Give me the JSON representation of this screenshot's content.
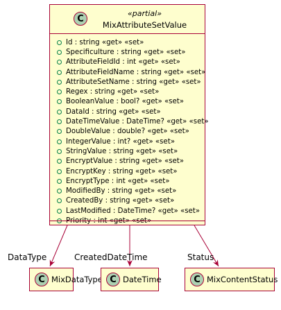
{
  "main_class": {
    "stereotype": "«partial»",
    "name": "MixAttributeSetValue",
    "icon": "C",
    "attributes": [
      "Id : string «get» «set»",
      "Specificulture : string «get» «set»",
      "AttributeFieldId : int «get» «set»",
      "AttributeFieldName : string «get» «set»",
      "AttributeSetName : string «get» «set»",
      "Regex : string «get» «set»",
      "BooleanValue : bool? «get» «set»",
      "DataId : string «get» «set»",
      "DateTimeValue : DateTime? «get» «set»",
      "DoubleValue : double? «get» «set»",
      "IntegerValue : int? «get» «set»",
      "StringValue : string «get» «set»",
      "EncryptValue : string «get» «set»",
      "EncryptKey : string «get» «set»",
      "EncryptType : int «get» «set»",
      "ModifiedBy : string «get» «set»",
      "CreatedBy : string «get» «set»",
      "LastModified : DateTime? «get» «set»",
      "Priority : int «get» «set»"
    ]
  },
  "targets": [
    {
      "icon": "C",
      "name": "MixDataType",
      "edge_label": "DataType"
    },
    {
      "icon": "C",
      "name": "DateTime",
      "edge_label": "CreatedDateTime"
    },
    {
      "icon": "C",
      "name": "MixContentStatus",
      "edge_label": "Status"
    }
  ],
  "colors": {
    "class_fill": "#fefece",
    "border": "#a80036",
    "circle_fill": "#add1b2",
    "visibility_marker": "#038048"
  }
}
